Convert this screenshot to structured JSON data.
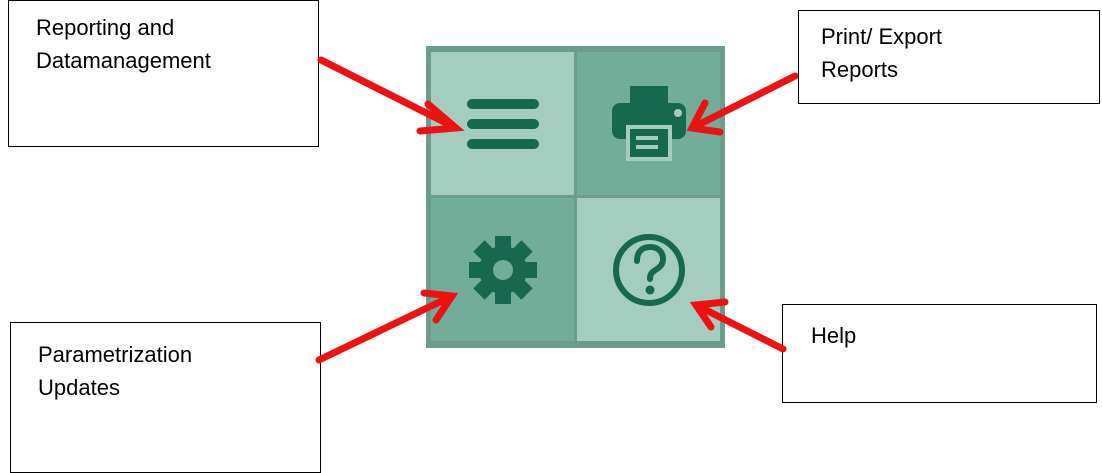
{
  "callouts": {
    "reporting": {
      "line1": "Reporting and",
      "line2": "Datamanagement"
    },
    "print_export": {
      "line1": "Print/ Export",
      "line2": "Reports"
    },
    "parametrization": {
      "line1": "Parametrization",
      "line2": "Updates"
    },
    "help": {
      "line1": "Help"
    }
  },
  "tiles": [
    {
      "icon": "hamburger-menu-icon",
      "shade": "light"
    },
    {
      "icon": "printer-icon",
      "shade": "dark"
    },
    {
      "icon": "gear-icon",
      "shade": "dark"
    },
    {
      "icon": "question-circle-icon",
      "shade": "light"
    }
  ],
  "colors": {
    "icon": "#16694e",
    "tile_light": "#a4cdbf",
    "tile_dark": "#72ad99",
    "grid_border": "#6c9c8a",
    "arrow": "#ee1111"
  }
}
